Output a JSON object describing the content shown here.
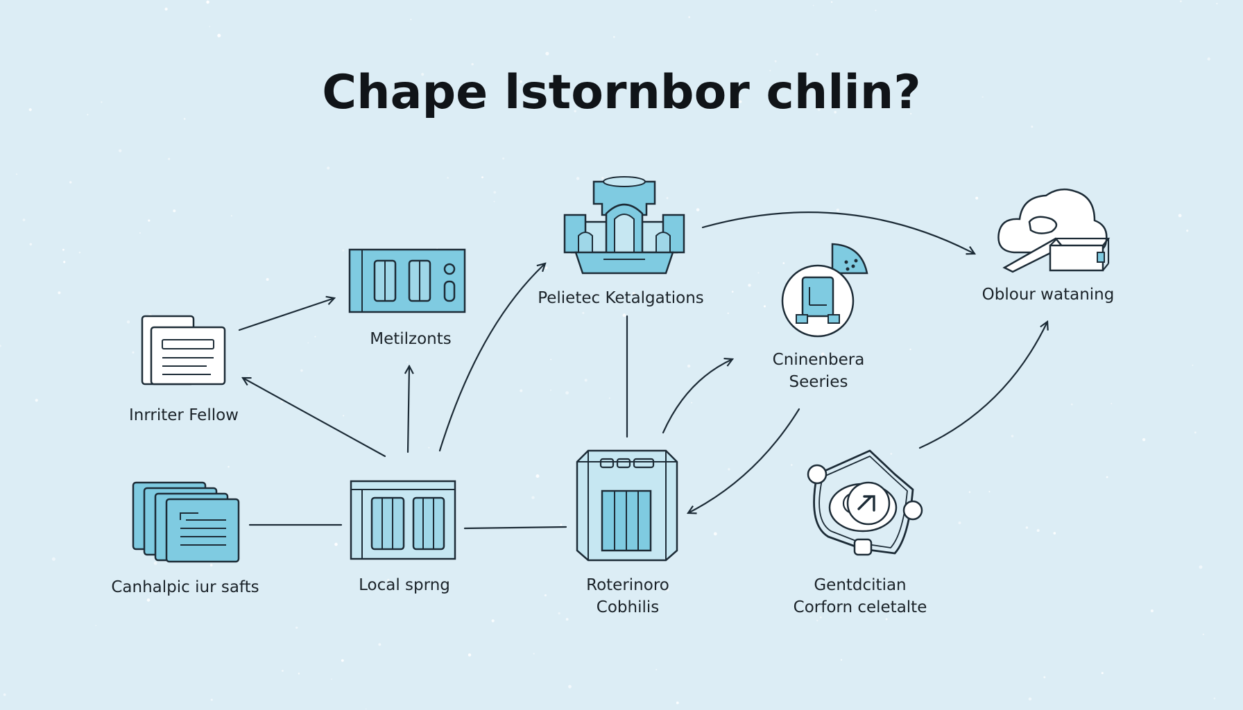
{
  "title": "Chape lstornbor chlin?",
  "colors": {
    "background": "#dcedf5",
    "fill": "#7fcbe1",
    "fill_light": "#c6e7f2",
    "stroke": "#1c2b36"
  },
  "nodes": {
    "inrriter_fellow": {
      "label": "Inrriter Fellow",
      "icon": "document-icon"
    },
    "metilzonts": {
      "label": "Metilzonts",
      "icon": "server-panel-icon"
    },
    "pelietec": {
      "label": "Pelietec Ketalgations",
      "icon": "castle-icon"
    },
    "cninenbera": {
      "label_line1": "Cninenbera",
      "label_line2": "Seeries",
      "icon": "database-badge-icon"
    },
    "oblour": {
      "label": "Oblour wataning",
      "icon": "cloud-icon"
    },
    "canhalpic": {
      "label": "Canhalpic iur safts",
      "icon": "stacked-files-icon"
    },
    "local_sprng": {
      "label": "Local sprng",
      "icon": "storage-rack-icon"
    },
    "roterinoro": {
      "label_line1": "Roterinoro",
      "label_line2": "Cobhilis",
      "icon": "server-box-icon"
    },
    "gentdcitian": {
      "label_line1": "Gentdcitian",
      "label_line2": "Corforn celetalte",
      "icon": "network-lock-icon"
    }
  }
}
